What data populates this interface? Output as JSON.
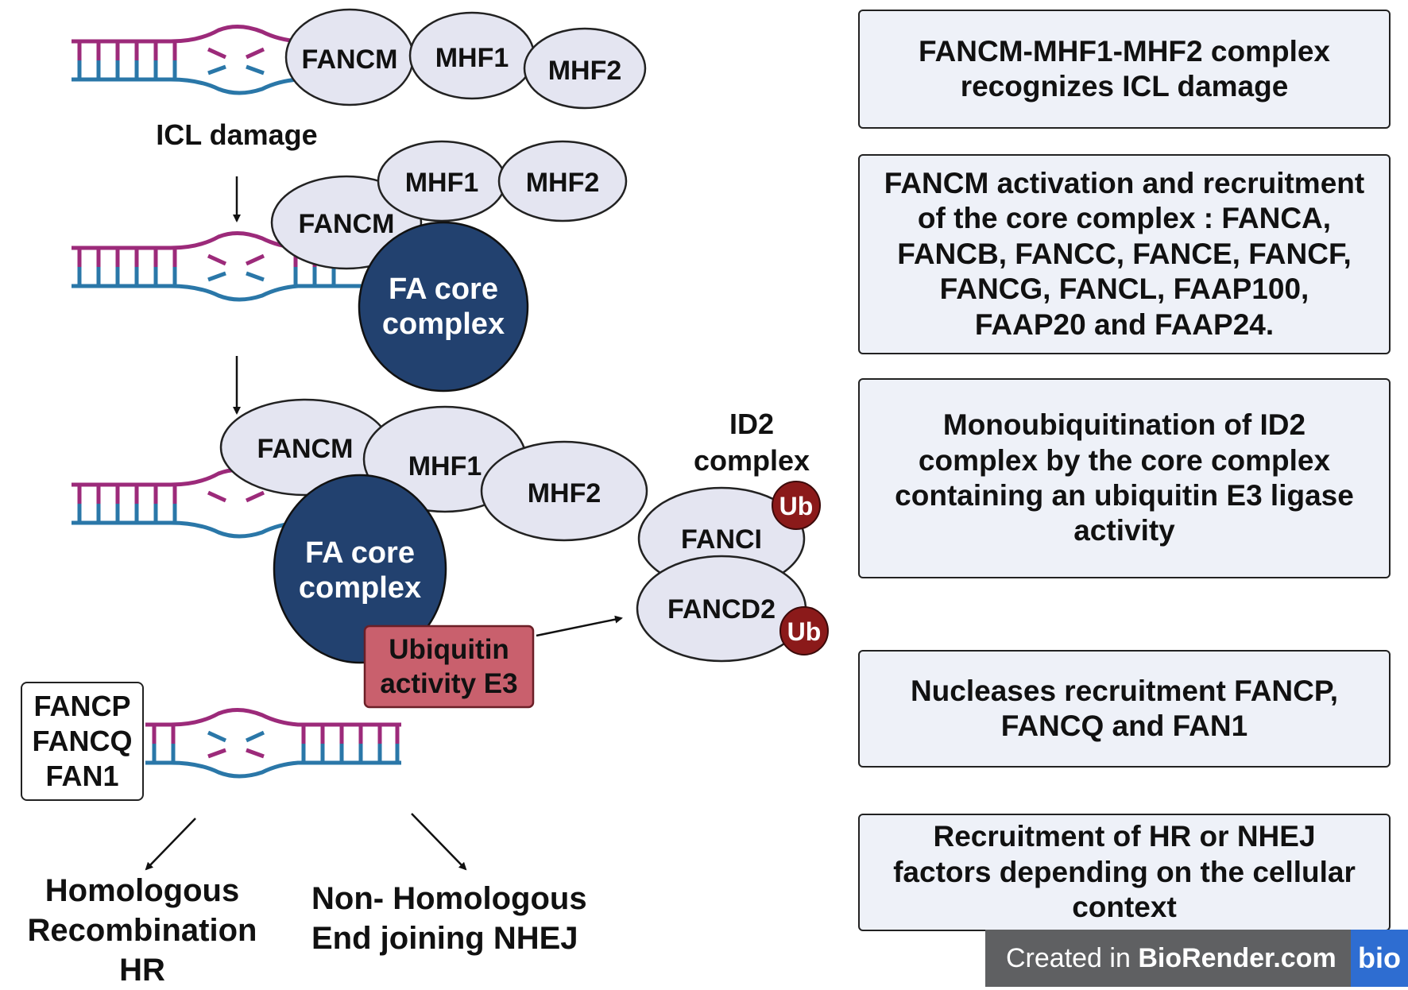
{
  "colors": {
    "dna_top": "#9c2a7a",
    "dna_bottom": "#2a77a8",
    "protein_fill": "#e4e5f1",
    "fa_core_fill": "#22416f",
    "ub_fill": "#8b1a1a",
    "e3_fill": "#c9606d",
    "step_box_fill": "#eef1f8",
    "watermark_bg": "#5f6062",
    "watermark_logo": "#2e6dd1"
  },
  "diagram": {
    "stage1": {
      "proteins": [
        "FANCM",
        "MHF1",
        "MHF2"
      ],
      "dna_label": "ICL damage"
    },
    "stage2": {
      "proteins": [
        "FANCM",
        "MHF1",
        "MHF2"
      ],
      "core_line1": "FA core",
      "core_line2": "complex"
    },
    "stage3": {
      "proteins": [
        "FANCM",
        "MHF1",
        "MHF2"
      ],
      "core_line1": "FA core",
      "core_line2": "complex",
      "e3_line1": "Ubiquitin",
      "e3_line2": "activity E3"
    },
    "id2": {
      "title_line1": "ID2",
      "title_line2": "complex",
      "subunit1": "FANCI",
      "subunit2": "FANCD2",
      "ub": "Ub"
    },
    "nucleases": "FANCP\nFANCQ\nFAN1",
    "outcome_hr": "Homologous\nRecombination\nHR",
    "outcome_nhej": "Non- Homologous\nEnd joining NHEJ"
  },
  "steps": [
    "FANCM-MHF1-MHF2 complex recognizes ICL damage",
    "FANCM activation and recruitment of the core complex : FANCA, FANCB, FANCC, FANCE, FANCF, FANCG, FANCL, FAAP100, FAAP20 and FAAP24.",
    "Monoubiquitination of ID2 complex by the core complex containing an ubiquitin E3 ligase activity",
    "Nucleases recruitment FANCP, FANCQ and FAN1",
    "Recruitment of HR or NHEJ factors depending on the cellular context"
  ],
  "watermark": {
    "prefix": "Created in ",
    "brand": "BioRender.com",
    "logo": "bio"
  }
}
